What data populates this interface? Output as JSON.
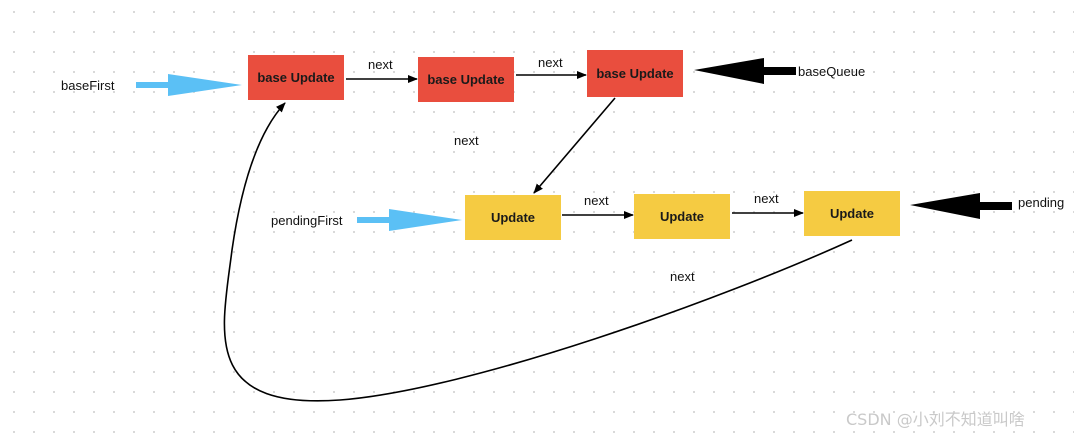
{
  "nodes": {
    "base": [
      "base Update",
      "base Update",
      "base Update"
    ],
    "pending": [
      "Update",
      "Update",
      "Update"
    ]
  },
  "edge_labels": {
    "base_1_2": "next",
    "base_2_3": "next",
    "base_to_pending": "next",
    "pending_1_2": "next",
    "pending_2_3": "next",
    "pending_to_base": "next"
  },
  "pointers": {
    "base_first": "baseFirst",
    "base_queue": "baseQueue",
    "pending_first": "pendingFirst",
    "pending": "pending"
  },
  "watermark": "CSDN @小刘不知道叫啥",
  "colors": {
    "base_node": "#e94e3e",
    "pending_node": "#f5cb42",
    "first_pointer_arrow": "#5bc0f5",
    "queue_pointer_arrow": "#000000"
  }
}
